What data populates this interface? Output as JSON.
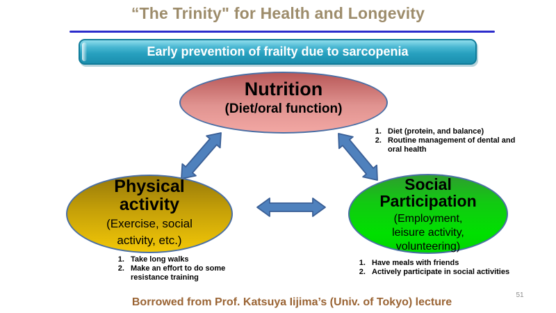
{
  "colors": {
    "title": "#9d8c6b",
    "rule": "#2b2bcb",
    "banner-border": "#0f7b99",
    "ellipse-border": "#4a6fa5",
    "arrow-fill": "#4f81bd",
    "arrow-stroke": "#3a5f96",
    "credit": "#9a6434",
    "page-number": "#8c8c8c"
  },
  "header": {
    "title": "“The Trinity\" for Health and Longevity"
  },
  "banner": {
    "label": "Early prevention of frailty due to sarcopenia"
  },
  "diagram": {
    "nutrition": {
      "title": "Nutrition",
      "subtitle": "(Diet/oral function)",
      "notes": [
        "Diet (protein, and balance)",
        "Routine management of dental and oral health"
      ]
    },
    "physical": {
      "title": "Physical activity",
      "subtitle": "(Exercise, social activity, etc.)",
      "notes": [
        "Take long walks",
        "Make an effort to do some resistance training"
      ]
    },
    "social": {
      "title": "Social Participation",
      "subtitle": "(Employment, leisure activity, volunteering)",
      "notes": [
        "Have meals with friends",
        "Actively participate in social activities"
      ]
    }
  },
  "footer": {
    "credit": "Borrowed from Prof. Katsuya Iijima’s (Univ. of Tokyo) lecture",
    "page_number": "51"
  }
}
